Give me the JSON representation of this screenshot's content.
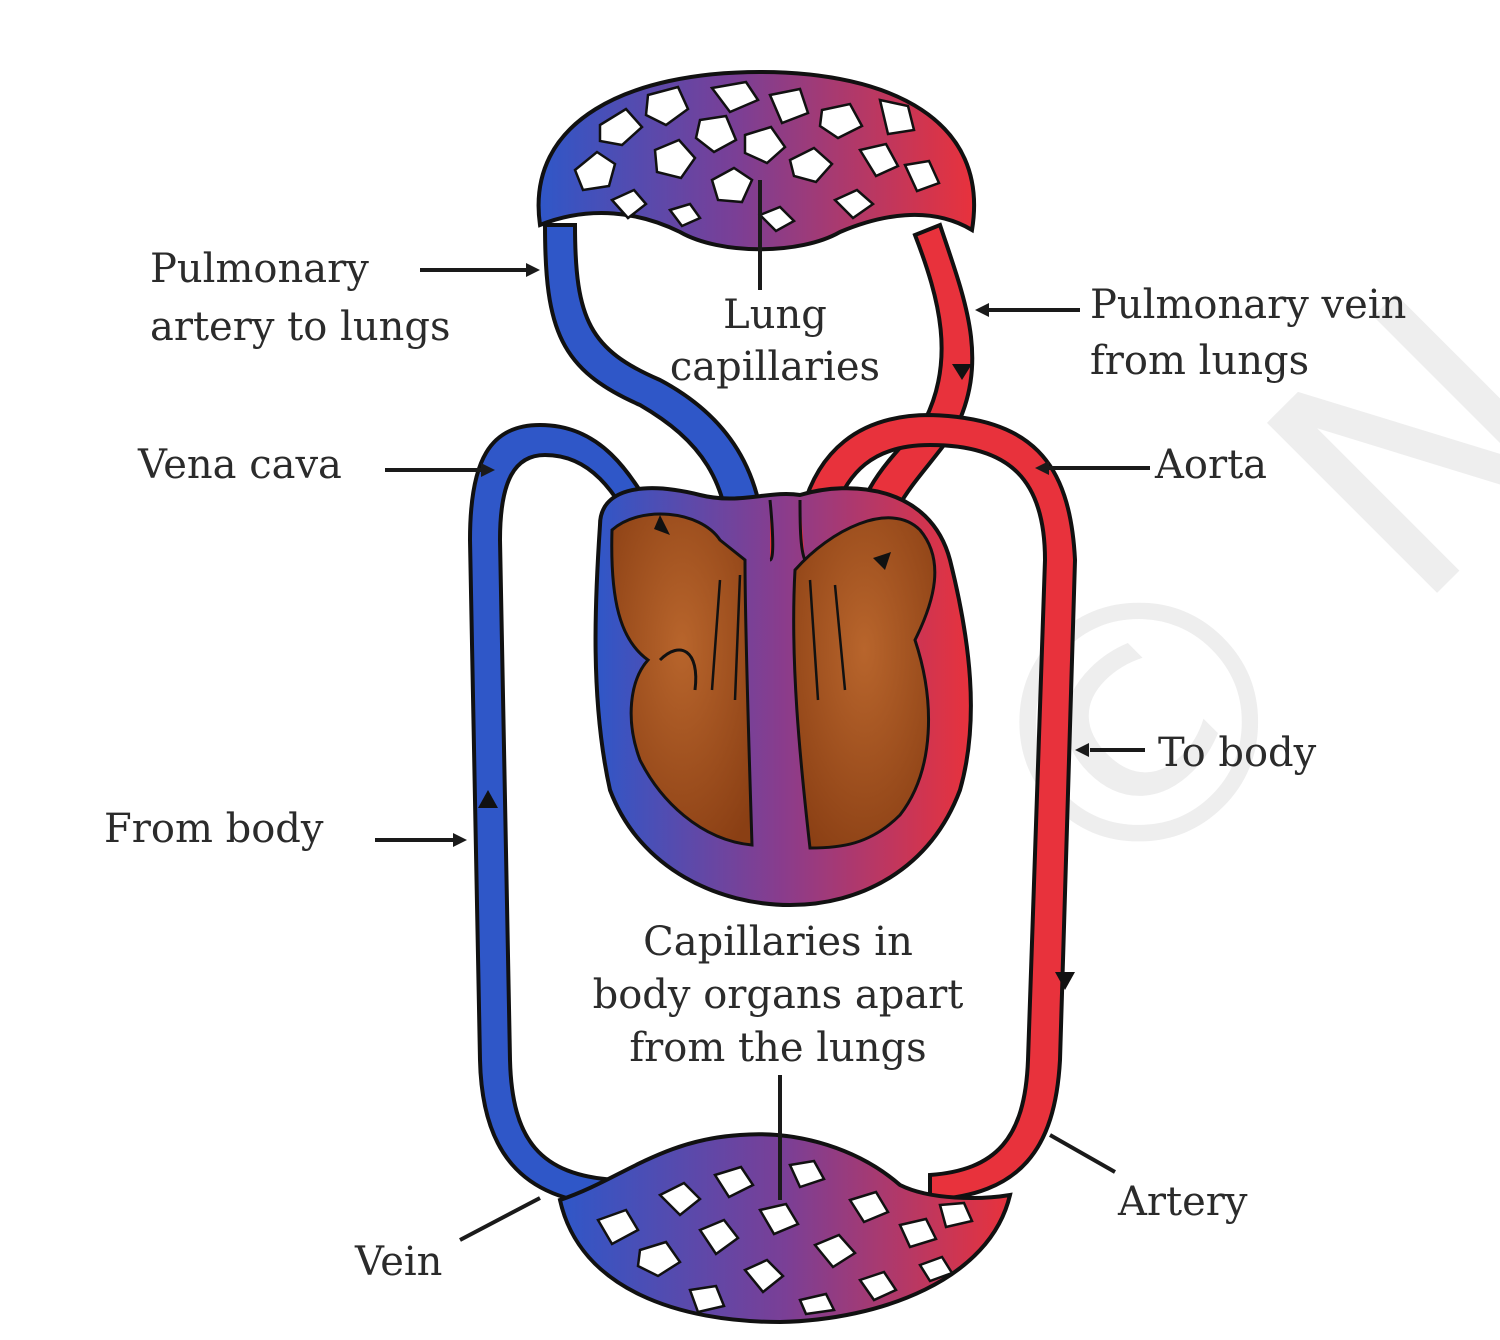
{
  "watermark": "© Not to be",
  "labels": {
    "pulmonary_artery_1": "Pulmonary",
    "pulmonary_artery_2": "artery to lungs",
    "lung_cap_1": "Lung",
    "lung_cap_2": "capillaries",
    "pulmonary_vein_1": "Pulmonary vein",
    "pulmonary_vein_2": "from lungs",
    "vena_cava": "Vena cava",
    "aorta": "Aorta",
    "to_body": "To body",
    "from_body": "From body",
    "body_cap_1": "Capillaries in",
    "body_cap_2": "body organs apart",
    "body_cap_3": "from the lungs",
    "artery": "Artery",
    "vein": "Vein"
  },
  "colors": {
    "deoxygenated": "#2f57c8",
    "oxygenated": "#e8323c",
    "mixed": "#7a3f96",
    "heart_muscle": "#a3521e",
    "outline": "#111111"
  }
}
